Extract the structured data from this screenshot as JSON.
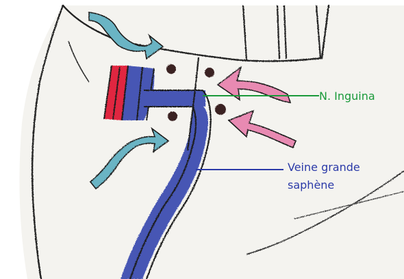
{
  "labels": {
    "inguinal": "N. Inguina",
    "saphene_line1": "Veine grande",
    "saphene_line2": "saphène"
  },
  "colors": {
    "paper": "#f6f5f2",
    "ink": "#1f1f1f",
    "vein_blue": "#4656b4",
    "vein_dark": "#33408a",
    "artery_red": "#e0253f",
    "arrow_pink": "#e88ab2",
    "arrow_teal": "#6ab4c4",
    "label_green": "#1a9a3a",
    "label_blue": "#2b3aa8",
    "dot": "#3a2424"
  },
  "icons": [
    "femoral-artery-segment",
    "femoral-vein-segment",
    "lymph-node-dots",
    "pink-inflow-arrows",
    "teal-flow-arrows"
  ]
}
